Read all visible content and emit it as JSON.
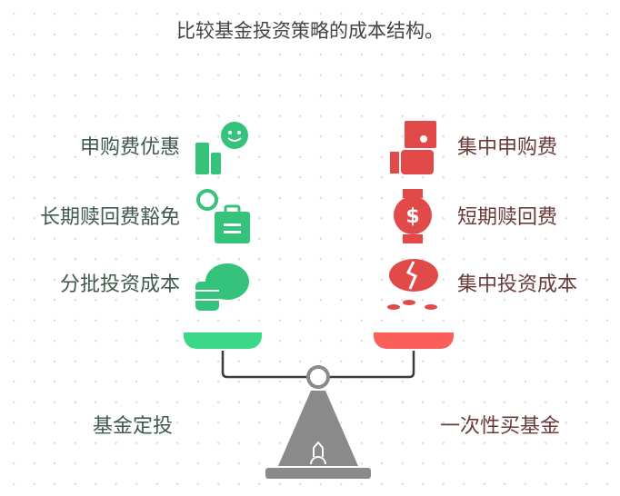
{
  "title": "比较基金投资策略的成本结构。",
  "left": {
    "name": "基金定投",
    "color": "#35c27a",
    "items": [
      {
        "label": "申购费优惠",
        "icon": "building-smiley-icon"
      },
      {
        "label": "长期赎回费豁免",
        "icon": "clock-briefcase-icon"
      },
      {
        "label": "分批投资成本",
        "icon": "piggy-bank-coins-icon"
      }
    ]
  },
  "right": {
    "name": "一次性买基金",
    "color": "#e24a4a",
    "items": [
      {
        "label": "集中申购费",
        "icon": "hand-money-icon"
      },
      {
        "label": "短期赎回费",
        "icon": "dollar-watch-icon"
      },
      {
        "label": "集中投资成本",
        "icon": "broken-piggy-bank-icon"
      }
    ]
  }
}
